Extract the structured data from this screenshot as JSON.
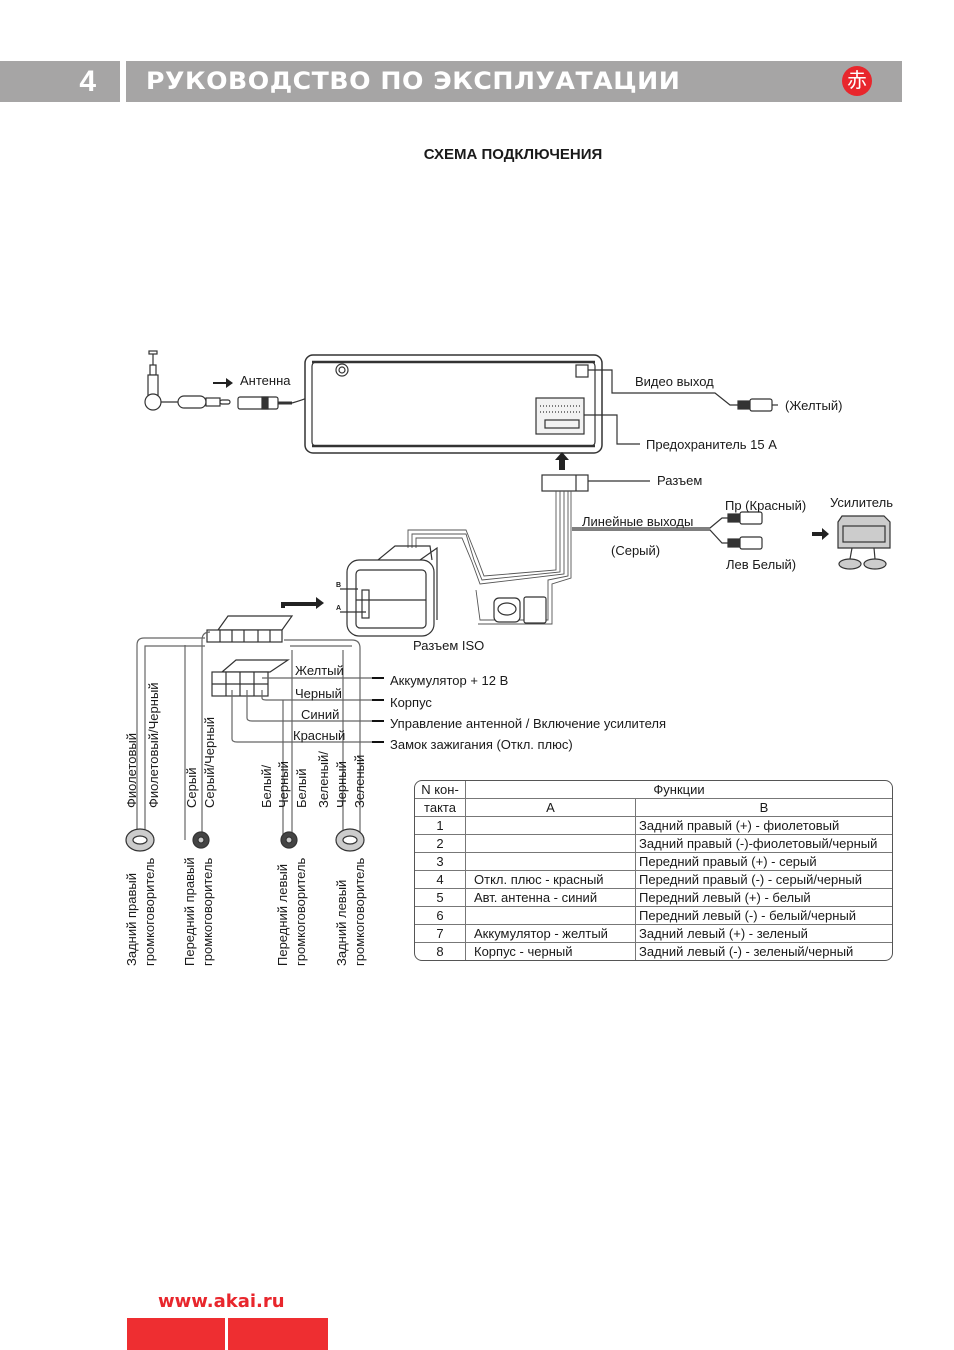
{
  "header": {
    "page_number": "4",
    "title": "РУКОВОДСТВО ПО ЭКСПЛУАТАЦИИ",
    "logo_glyph": "赤",
    "bar_color": "#a6a5a5",
    "logo_color": "#e8262c"
  },
  "page_title": "СХЕМА  ПОДКЛЮЧЕНИЯ",
  "diagram": {
    "antenna": "Антенна",
    "video_out": "Видео выход",
    "video_color": "(Желтый)",
    "fuse": "Предохранитель 15 А",
    "connector": "Разъем",
    "line_out": "Линейные выходы",
    "line_out_color": "(Серый)",
    "right_channel": "Пр (Красный)",
    "left_channel": "Лев Белый)",
    "amplifier": "Усилитель",
    "iso_connector": "Разъем ISO",
    "iso_label_b": "B",
    "iso_label_a": "A",
    "plug_b": "B",
    "plug_a": "A",
    "wires_a": [
      {
        "color": "Желтый",
        "function": "Аккумулятор + 12 В"
      },
      {
        "color": "Черный",
        "function": "Корпус"
      },
      {
        "color": "Синий",
        "function": "Управление антенной / Включение усилителя"
      },
      {
        "color": "Красный",
        "function": "Замок зажигания (Откл. плюс)"
      }
    ],
    "speakers": [
      {
        "wire_plus": "Фиолетовый",
        "wire_minus": "Фиолетовый/Черный",
        "name_line1": "Задний правый",
        "name_line2": "громкоговоритель"
      },
      {
        "wire_plus": "Серый",
        "wire_minus": "Серый/Черный",
        "name_line1": "Передний правый",
        "name_line2": "громкоговоритель"
      },
      {
        "wire_plus": "Белый/",
        "wire_plus2": "Черный",
        "wire_minus": "Белый",
        "name_line1": "Передний левый",
        "name_line2": "громкоговоритель"
      },
      {
        "wire_plus": "Зеленый/",
        "wire_plus2": "Черный",
        "wire_minus": "Зеленый",
        "name_line1": "Задний левый",
        "name_line2": "громкоговоритель"
      }
    ]
  },
  "pin_table": {
    "header_n": "N кон-",
    "header_n2": "такта",
    "header_functions": "Функции",
    "header_a": "A",
    "header_b": "B",
    "rows": [
      {
        "n": "1",
        "a": "",
        "b": "Задний правый (+) - фиолетовый"
      },
      {
        "n": "2",
        "a": "",
        "b": "Задний правый (-)-фиолетовый/черный"
      },
      {
        "n": "3",
        "a": "",
        "b": "Передний правый (+) - серый"
      },
      {
        "n": "4",
        "a": "Откл. плюс - красный",
        "b": "Передний правый (-) - серый/черный"
      },
      {
        "n": "5",
        "a": "Авт. антенна - синий",
        "b": "Передний левый (+) - белый"
      },
      {
        "n": "6",
        "a": "",
        "b": "Передний левый (-) - белый/черный"
      },
      {
        "n": "7",
        "a": "Аккумулятор - желтый",
        "b": "Задний левый (+) - зеленый"
      },
      {
        "n": "8",
        "a": "Корпус - черный",
        "b": "Задний левый (-) - зеленый/черный"
      }
    ]
  },
  "footer": {
    "url": "www.akai.ru",
    "accent": "#ee2e31"
  }
}
